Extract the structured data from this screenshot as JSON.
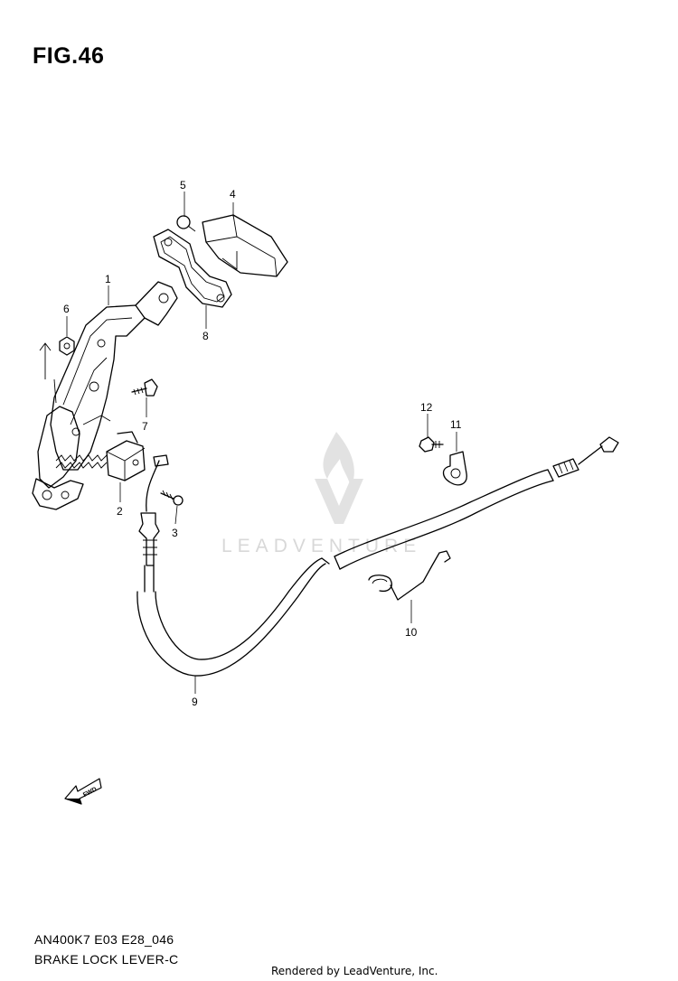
{
  "figure": {
    "title": "FIG.46",
    "code": "AN400K7 E03 E28_046",
    "name": "BRAKE LOCK LEVER-C",
    "credit": "Rendered by LeadVenture, Inc."
  },
  "watermark": {
    "text": "LEADVENTURE",
    "icon": "flame-v-logo"
  },
  "fwd_arrow": {
    "label": "FWD"
  },
  "callouts": [
    {
      "id": "1",
      "label": "1"
    },
    {
      "id": "2",
      "label": "2"
    },
    {
      "id": "3",
      "label": "3"
    },
    {
      "id": "4",
      "label": "4"
    },
    {
      "id": "5",
      "label": "5"
    },
    {
      "id": "6",
      "label": "6"
    },
    {
      "id": "7",
      "label": "7"
    },
    {
      "id": "8",
      "label": "8"
    },
    {
      "id": "9",
      "label": "9"
    },
    {
      "id": "10",
      "label": "10"
    },
    {
      "id": "11",
      "label": "11"
    },
    {
      "id": "12",
      "label": "12"
    }
  ]
}
